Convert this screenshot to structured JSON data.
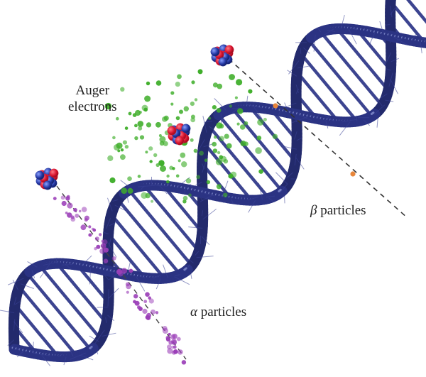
{
  "labels": {
    "auger_line1": "Auger",
    "auger_line2": "electrons",
    "beta_symbol": "β",
    "beta_text": " particles",
    "alpha_symbol": "α",
    "alpha_text": " particles"
  },
  "colors": {
    "background": "#ffffff",
    "dna_strand": "#2b3383",
    "dna_highlight": "#8d97d6",
    "base_pair": "#3c4490",
    "nucleus_proton": "#e2203a",
    "nucleus_neutron": "#2a3aa0",
    "auger_electrons": "#3fae2a",
    "alpha_particles": "#9b3fb8",
    "beta_particles": "#e8863a",
    "text": "#1e1e1e"
  }
}
